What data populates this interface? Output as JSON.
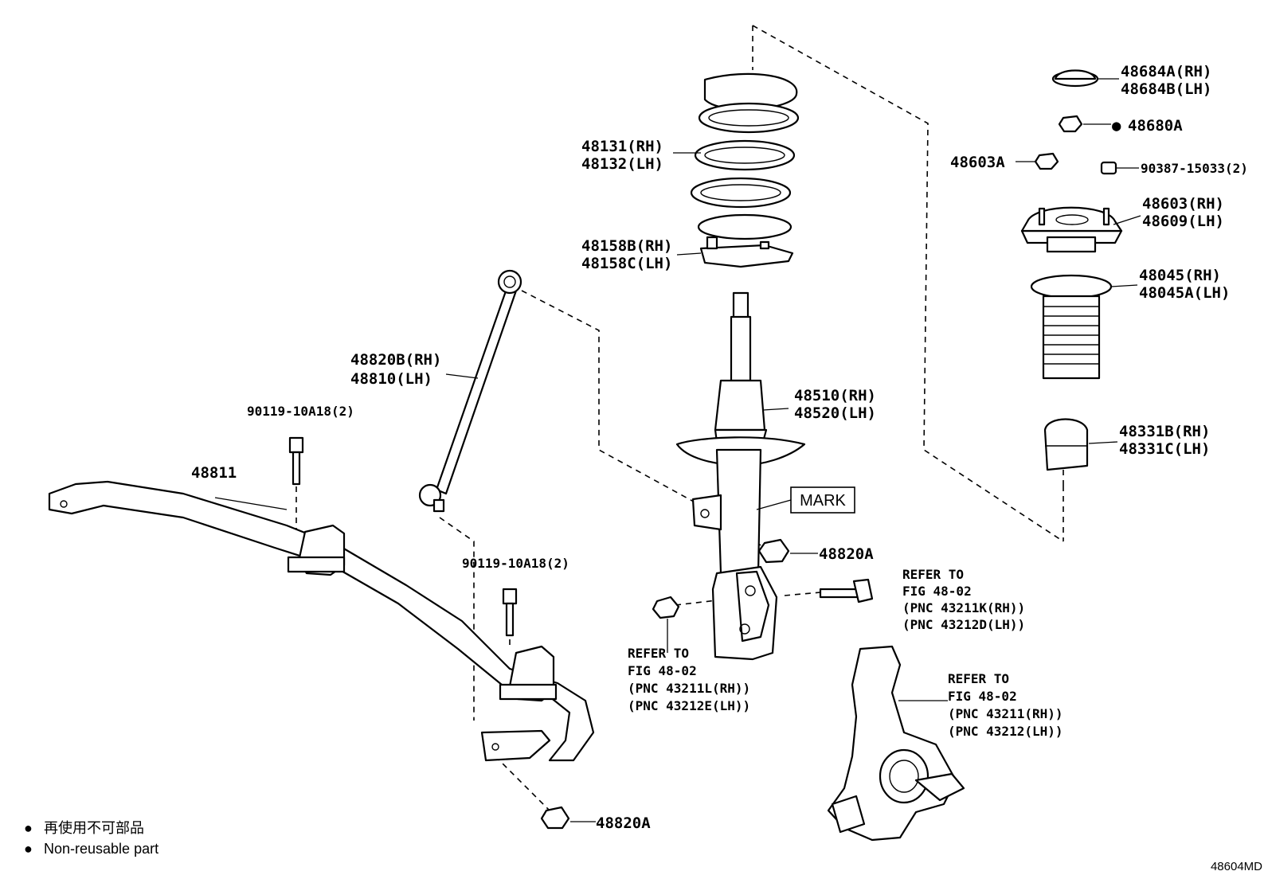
{
  "diagram_id": "48604MD",
  "legend": {
    "marker": "●",
    "line1": "再使用不可部品",
    "line2": "Non-reusable part"
  },
  "labels": {
    "spring_rh": "48131(RH)",
    "spring_lh": "48132(LH)",
    "insulator_rh": "48158B(RH)",
    "insulator_lh": "48158C(LH)",
    "link_rh": "48820B(RH)",
    "link_lh": "48810(LH)",
    "bolt_upper": "90119-10A18(2)",
    "stabilizer_bar": "48811",
    "bolt_lower": "90119-10A18(2)",
    "strut_rh": "48510(RH)",
    "strut_lh": "48520(LH)",
    "mark": "MARK",
    "nut_strut": "48820A",
    "nut_bar": "48820A",
    "cap_rh": "48684A(RH)",
    "cap_lh": "48684B(LH)",
    "nut_top_marker": "●",
    "nut_top": "48680A",
    "nut_side": "48603A",
    "cap_small": "90387-15033(2)",
    "mount_rh": "48603(RH)",
    "mount_lh": "48609(LH)",
    "boot_rh": "48045(RH)",
    "boot_lh": "48045A(LH)",
    "bumper_rh": "48331B(RH)",
    "bumper_lh": "48331C(LH)",
    "refer_a": [
      "REFER TO",
      "FIG 48-02",
      "(PNC 43211K(RH))",
      "(PNC 43212D(LH))"
    ],
    "refer_b": [
      "REFER TO",
      "FIG 48-02",
      "(PNC 43211L(RH))",
      "(PNC 43212E(LH))"
    ],
    "refer_c": [
      "REFER TO",
      "FIG 48-02",
      "(PNC 43211(RH))",
      "(PNC 43212(LH))"
    ]
  }
}
